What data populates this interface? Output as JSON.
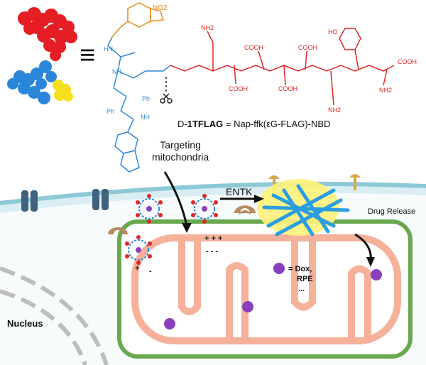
{
  "equiv_symbol": "≡",
  "molecule": {
    "nitro_group": "NO2",
    "formula_label": "D-1TFLAG = Nap-ffk(εG-FLAG)-NBD",
    "formula_prefix": "D-",
    "formula_bold": "1TFLAG",
    "formula_rest": " = Nap-ffk(εG-FLAG)-NBD",
    "residue_labels": [
      "HN",
      "NH",
      "Ph",
      "Ph",
      "NH",
      "NH2",
      "COOH",
      "COOH",
      "COOH",
      "COOH",
      "HO",
      "COOH",
      "NH2",
      "NH2"
    ]
  },
  "labels": {
    "targeting": "Targeting",
    "mitochondria": "mitochondria",
    "entk": "ENTK",
    "drug_release": "Drug Release",
    "nucleus": "Nucleus",
    "dox_line1": "= Dox,",
    "dox_line2": "RPE",
    "dox_line3": "...",
    "charge_plus_row": "+ + +",
    "charge_minus_row": "- - -",
    "charge_plus_left": "+",
    "charge_minus_left": "-"
  },
  "colors": {
    "nbd_orange": "#e88a1a",
    "nap_blue": "#2f86d6",
    "flag_red": "#e02626",
    "membrane_teal": "#bfe0e6",
    "membrane_line": "#8cc8d6",
    "cell_green": "#6aa84f",
    "mito_pink": "#f6b19a",
    "fiber_blue": "#2a9ee0",
    "glow_yellow": "#fff27a",
    "drug_purple": "#8a3fbf"
  },
  "icons": [
    "scissors-icon",
    "receptor-icon",
    "ion-channel-icon",
    "enzyme-icon",
    "nanoparticle-icon",
    "drug-molecule-icon",
    "arrow-icon"
  ]
}
